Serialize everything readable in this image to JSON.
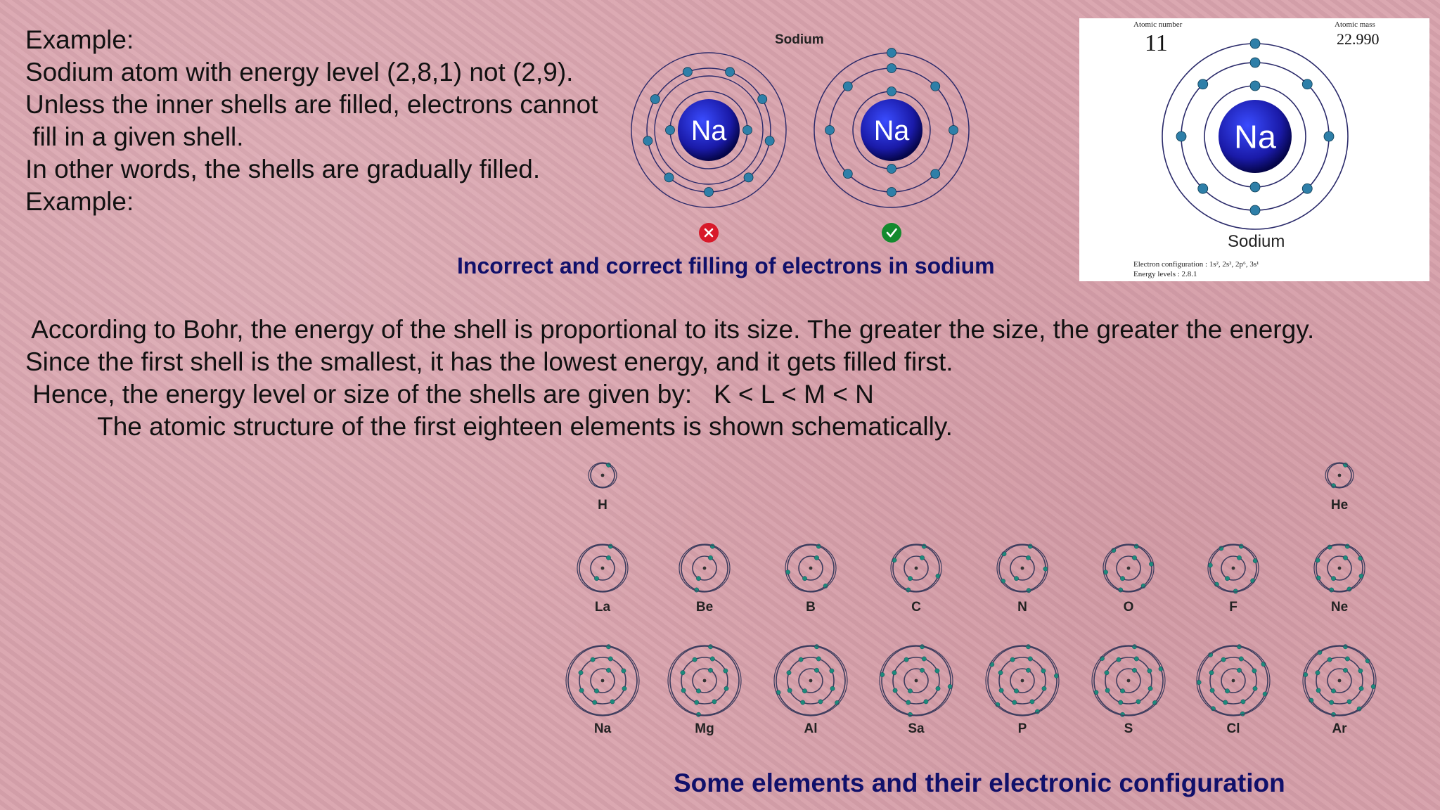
{
  "intro_lines": [
    "Example:",
    "Sodium atom with energy level (2,8,1) not (2,9).",
    "Unless the inner shells are filled, electrons cannot",
    " fill in a given shell.",
    "In other words, the shells are gradually filled.",
    "Example:"
  ],
  "sodium_diagram": {
    "title": "Sodium",
    "nucleus_label": "Na",
    "incorrect_config": [
      2,
      9
    ],
    "correct_config": [
      2,
      8,
      1
    ],
    "incorrect_icon": "cross-mark-icon",
    "correct_icon": "check-mark-icon",
    "incorrect_color": "#d8192a",
    "correct_color": "#138a2e",
    "caption": "Incorrect and correct filling of electrons in sodium"
  },
  "sodium_card": {
    "atomic_number_label": "Atomic number",
    "atomic_number": "11",
    "atomic_mass_label": "Atomic mass",
    "atomic_mass": "22.990",
    "symbol": "Na",
    "name": "Sodium",
    "electron_configuration": "Electron configuration : 1s², 2s², 2p⁶, 3s¹",
    "energy_levels": "Energy levels : 2.8.1"
  },
  "paragraph_lines": [
    " According to Bohr, the energy of the shell is proportional to its size. The greater the size, the greater the energy.",
    "Since the first shell is the smallest, it has the lowest energy, and it gets filled first.",
    " Hence, the energy level or size of the shells are given by:   K < L < M < N",
    "          The atomic structure of the first eighteen elements is shown schematically."
  ],
  "elements": [
    {
      "symbol": "H",
      "config": [
        1
      ]
    },
    {
      "symbol": "He",
      "config": [
        2
      ]
    },
    {
      "symbol": "La",
      "config": [
        2,
        1
      ]
    },
    {
      "symbol": "Be",
      "config": [
        2,
        2
      ]
    },
    {
      "symbol": "B",
      "config": [
        2,
        3
      ]
    },
    {
      "symbol": "C",
      "config": [
        2,
        4
      ]
    },
    {
      "symbol": "N",
      "config": [
        2,
        5
      ]
    },
    {
      "symbol": "O",
      "config": [
        2,
        6
      ]
    },
    {
      "symbol": "F",
      "config": [
        2,
        7
      ]
    },
    {
      "symbol": "Ne",
      "config": [
        2,
        8
      ]
    },
    {
      "symbol": "Na",
      "config": [
        2,
        8,
        1
      ]
    },
    {
      "symbol": "Mg",
      "config": [
        2,
        8,
        2
      ]
    },
    {
      "symbol": "Al",
      "config": [
        2,
        8,
        3
      ]
    },
    {
      "symbol": "Sa",
      "config": [
        2,
        8,
        4
      ]
    },
    {
      "symbol": "P",
      "config": [
        2,
        8,
        5
      ]
    },
    {
      "symbol": "S",
      "config": [
        2,
        8,
        6
      ]
    },
    {
      "symbol": "Cl",
      "config": [
        2,
        8,
        7
      ]
    },
    {
      "symbol": "Ar",
      "config": [
        2,
        8,
        8
      ]
    }
  ],
  "elements_caption": "Some elements and their electronic configuration",
  "colors": {
    "caption": "#10106a",
    "orbit": "#2a2a6a",
    "electron": "#2e7fa8",
    "nucleus": "#1a1aa8",
    "small_electron": "#1d8a7a"
  }
}
